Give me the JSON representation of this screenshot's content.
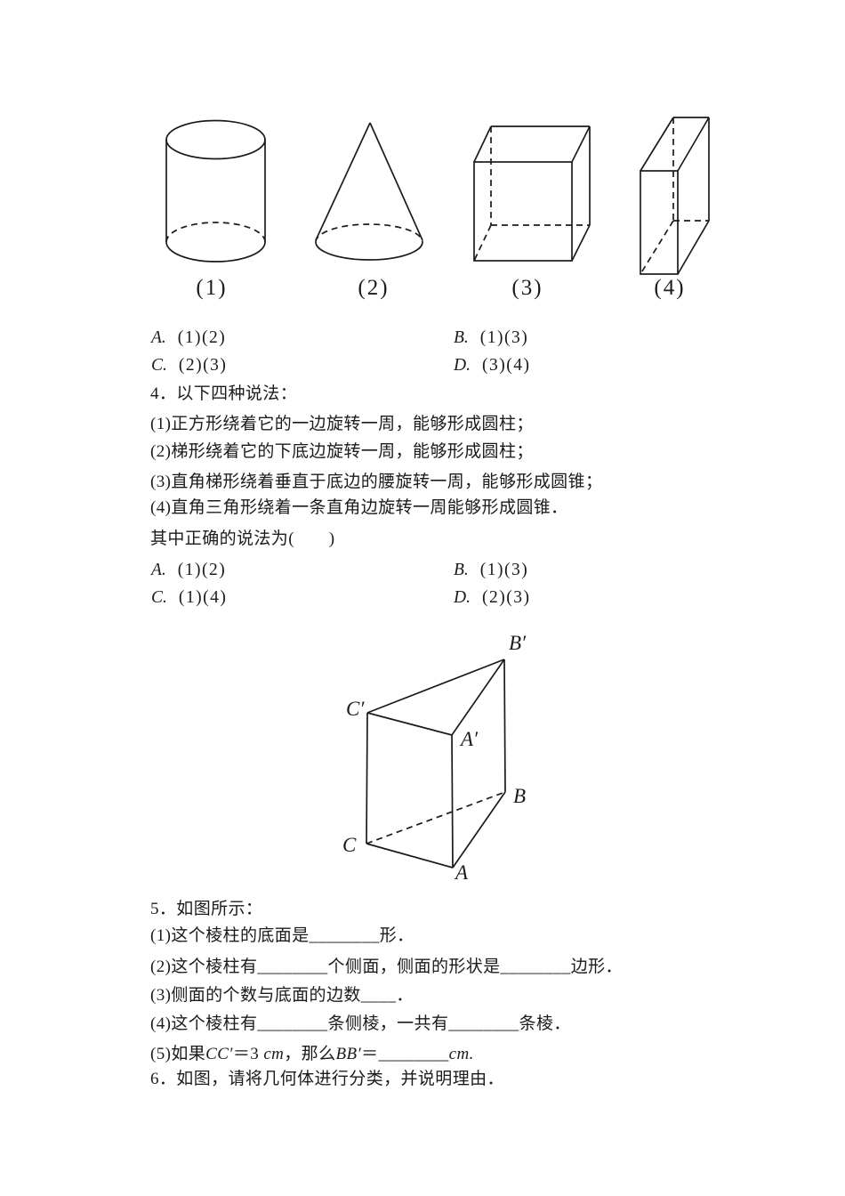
{
  "document": {
    "bg_color": "#ffffff",
    "ink_color": "#1b1b1b"
  },
  "figures": {
    "solids_row": {
      "items": [
        {
          "caption": "(1)",
          "shape": "cylinder"
        },
        {
          "caption": "(2)",
          "shape": "cone"
        },
        {
          "caption": "(3)",
          "shape": "cuboid"
        },
        {
          "caption": "(4)",
          "shape": "thin-rectangular-box"
        }
      ]
    },
    "prism": {
      "labels": {
        "b_prime": "B′",
        "c_prime": "C′",
        "a_prime": "A′",
        "b": "B",
        "c": "C",
        "a": "A"
      }
    }
  },
  "q3_options": [
    {
      "letter": "A.",
      "value": "(1)(2)"
    },
    {
      "letter": "B.",
      "value": "(1)(3)"
    },
    {
      "letter": "C.",
      "value": "(2)(3)"
    },
    {
      "letter": "D.",
      "value": "(3)(4)"
    }
  ],
  "q4": {
    "title": "4．以下四种说法：",
    "statements": [
      "(1)正方形绕着它的一边旋转一周，能够形成圆柱；",
      "(2)梯形绕着它的下底边旋转一周，能够形成圆柱；",
      "(3)直角梯形绕着垂直于底边的腰旋转一周，能够形成圆锥；",
      "(4)直角三角形绕着一条直角边旋转一周能够形成圆锥．"
    ],
    "prompt": "其中正确的说法为(　　)",
    "options": [
      {
        "letter": "A.",
        "value": "(1)(2)"
      },
      {
        "letter": "B.",
        "value": "(1)(3)"
      },
      {
        "letter": "C.",
        "value": "(1)(4)"
      },
      {
        "letter": "D.",
        "value": "(2)(3)"
      }
    ]
  },
  "q5": {
    "title": "5．如图所示：",
    "items": [
      "(1)这个棱柱的底面是________形．",
      "(2)这个棱柱有________个侧面，侧面的形状是________边形．",
      "(3)侧面的个数与底面的边数____．",
      "(4)这个棱柱有________条侧棱，一共有________条棱．"
    ],
    "item5": {
      "pre": "(5)如果",
      "cc": "CC′",
      "eq1": "＝3 ",
      "cm1": "cm",
      "mid": "，那么",
      "bb": "BB′",
      "eq2": "＝",
      "blank": "________",
      "cm2": "cm."
    }
  },
  "q6": {
    "title": "6．如图，请将几何体进行分类，并说明理由．"
  }
}
